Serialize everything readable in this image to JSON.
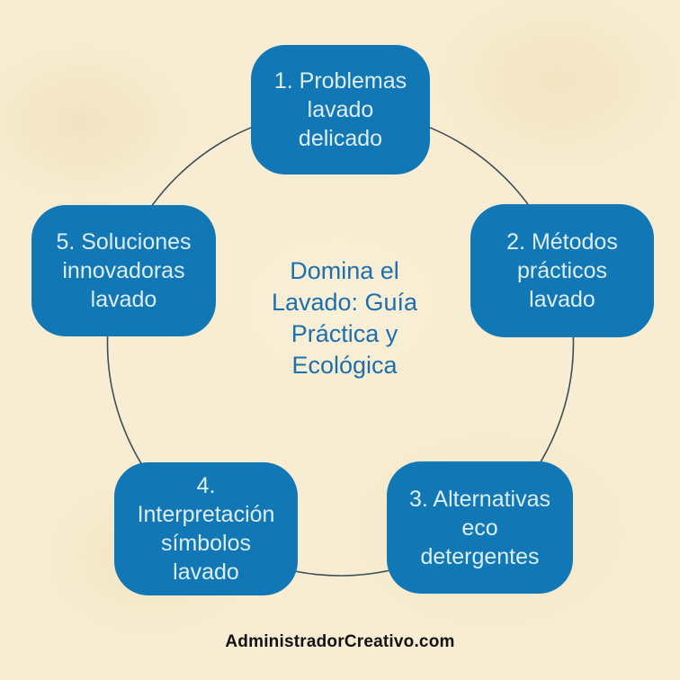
{
  "colors": {
    "bg": "#f8edd2",
    "box": "#1178b5",
    "boxText": "#ddeef6",
    "title": "#1d6fad",
    "line": "#3f4e55",
    "footerText": "#111111"
  },
  "center_title": {
    "lines": [
      "Domina el",
      "Lavado: Guía",
      "Práctica y",
      "Ecológica"
    ]
  },
  "nodes": [
    {
      "id": "1",
      "lines": [
        "1. Problemas",
        "lavado",
        "delicado"
      ]
    },
    {
      "id": "2",
      "lines": [
        "2. Métodos",
        "prácticos",
        "lavado"
      ]
    },
    {
      "id": "3",
      "lines": [
        "3. Alternativas",
        "eco",
        "detergentes"
      ]
    },
    {
      "id": "4",
      "lines": [
        "4.",
        "Interpretación",
        "símbolos",
        "lavado"
      ]
    },
    {
      "id": "5",
      "lines": [
        "5. Soluciones",
        "innovadoras",
        "lavado"
      ]
    }
  ],
  "footer": {
    "text": "AdministradorCreativo.com"
  }
}
